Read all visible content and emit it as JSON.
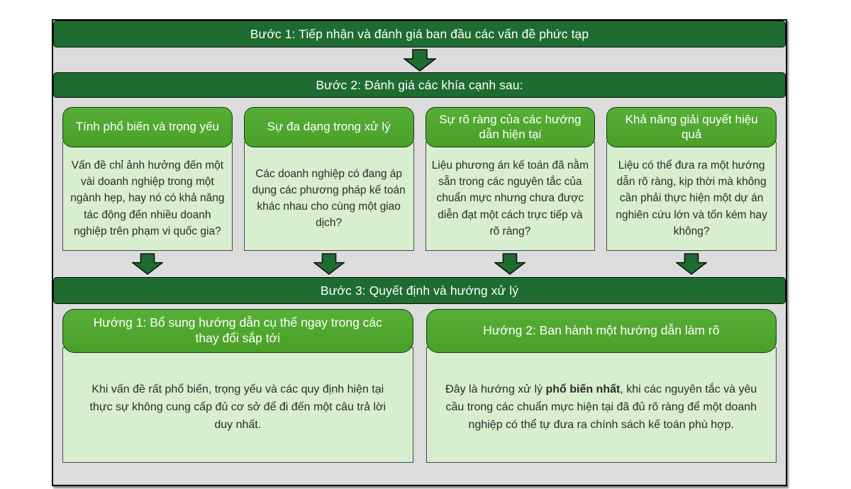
{
  "palette": {
    "dark_green": "#1e6c30",
    "medium_green": "#4ea72e",
    "light_green": "#d7efce",
    "panel_gray": "#dcdcdc",
    "text_dark": "#2b2b2b",
    "text_light": "#ffffff"
  },
  "flow": {
    "step1": {
      "label": "Bước 1: Tiếp nhận và đánh giá ban đầu các vấn đề phức tạp"
    },
    "step2": {
      "label": "Bước 2: Đánh giá các khía cạnh sau:"
    },
    "criteria": [
      {
        "title": "Tính phổ biến và trọng yếu",
        "body": "Vấn đề chỉ ảnh hưởng đến một vài doanh nghiệp trong một ngành hẹp, hay nó có khả năng tác động đến nhiều doanh nghiệp trên phạm vi quốc gia?"
      },
      {
        "title": "Sự đa dạng trong xử lý",
        "body": "Các doanh nghiệp có đang áp dụng các phương pháp kế toán khác nhau cho cùng một giao dịch?"
      },
      {
        "title": "Sự rõ ràng của các hướng dẫn hiện tại",
        "body": "Liệu phương án kế toán đã nằm sẵn trong các nguyên tắc của chuẩn mực nhưng chưa được diễn đạt một cách trực tiếp và rõ ràng?"
      },
      {
        "title": "Khả năng giải quyết hiệu quả",
        "body": "Liệu có thể đưa ra một hướng dẫn rõ ràng, kịp thời mà không cần phải thực hiện một dự án nghiên cứu lớn và tốn kém hay không?"
      }
    ],
    "step3": {
      "label": "Bước 3: Quyết định và hướng xử lý"
    },
    "options": [
      {
        "title": "Hướng 1: Bổ sung hướng dẫn cụ thể ngay trong các thay đổi sắp tới",
        "body": {
          "pre": "Khi vấn đề rất phổ biến, trọng yếu và các quy định hiện tại thực sự không cung cấp đủ cơ sở để đi đến một câu trả lời duy nhất.",
          "bold": "",
          "post": ""
        }
      },
      {
        "title": "Hướng 2: Ban hành một hướng dẫn làm rõ",
        "body": {
          "pre": "Đây là hướng xử lý ",
          "bold": "phổ biến nhất",
          "post": ", khi các nguyên tắc và yêu cầu trong các chuẩn mực hiện tại đã đủ rõ ràng để một doanh nghiệp có thể tự đưa ra chính sách kế toán phù hợp."
        }
      }
    ],
    "icons": {
      "down_arrow": "down-arrow-icon"
    }
  }
}
